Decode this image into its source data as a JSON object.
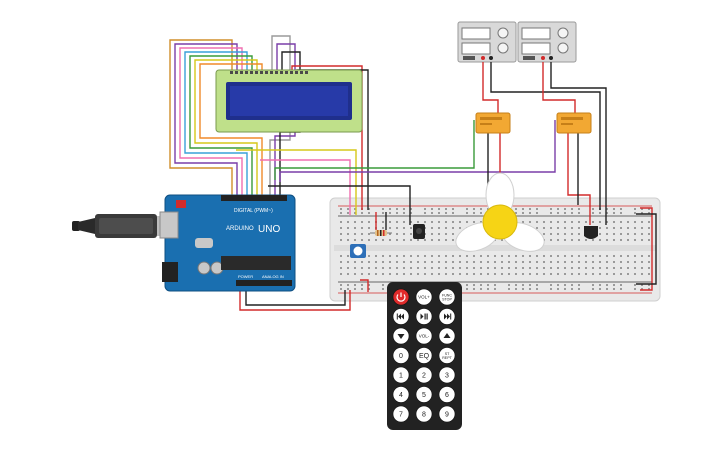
{
  "arduino": {
    "brand": "ARDUINO",
    "model": "UNO",
    "digital_label": "DIGITAL (PWM~)",
    "power_label": "POWER",
    "analog_label": "ANALOG IN"
  },
  "lcd": {
    "screen_color": "#1f2f8c",
    "frame_color": "#bfe08a"
  },
  "remote": {
    "rows": [
      [
        "power",
        "VOL+",
        "FUNC/STOP"
      ],
      [
        "prev",
        "play",
        "next"
      ],
      [
        "down",
        "VOL-",
        "up"
      ],
      [
        "0",
        "EQ",
        "ST/REPT"
      ],
      [
        "1",
        "2",
        "3"
      ],
      [
        "4",
        "5",
        "6"
      ],
      [
        "7",
        "8",
        "9"
      ]
    ]
  },
  "colors": {
    "board": "#1a6fb0",
    "breadboard": "#e9e9e9",
    "wire_red": "#d22b2b",
    "wire_black": "#222222",
    "wire_green": "#3a9b3a",
    "wire_purple": "#7a3ea8",
    "relay": "#f2a833",
    "fan_hub": "#f6d415",
    "power_button": "#e02b2b"
  },
  "icons": {
    "power_button": "power-icon",
    "prev": "rewind-icon",
    "play": "play-pause-icon",
    "next": "fast-forward-icon",
    "down": "triangle-down-icon",
    "up": "triangle-up-icon"
  }
}
